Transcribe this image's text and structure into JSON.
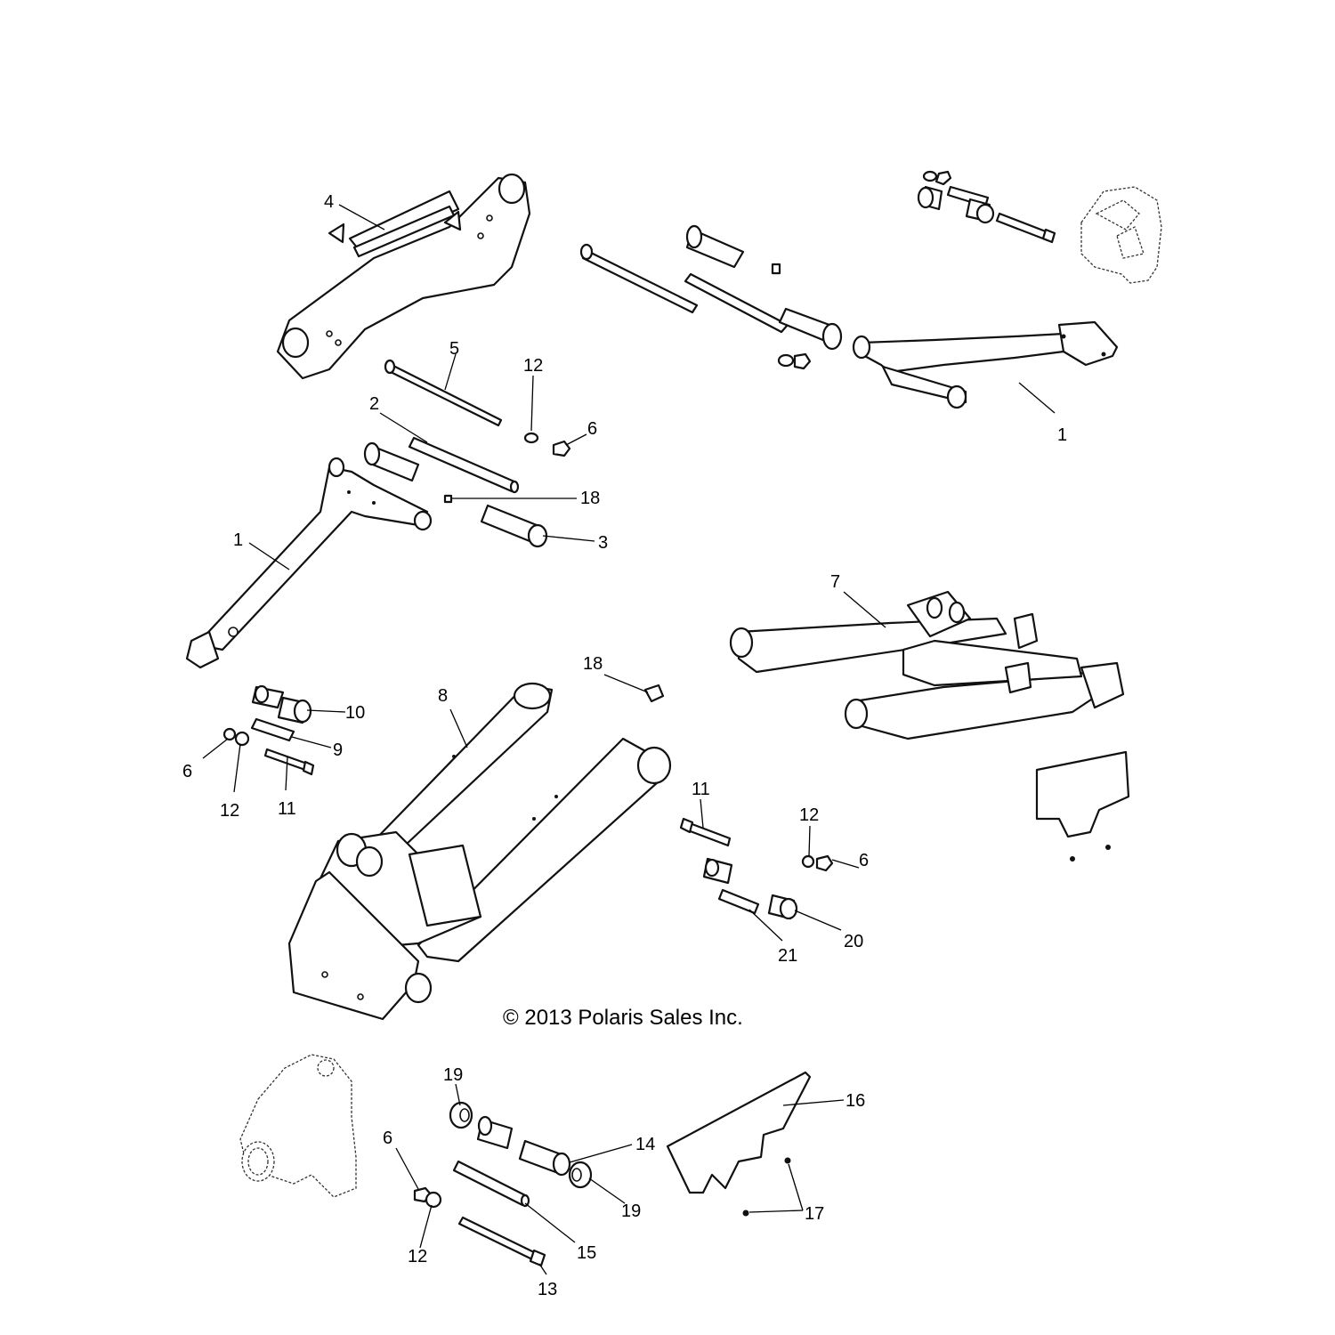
{
  "copyright": "© 2013 Polaris Sales Inc.",
  "callouts": {
    "c1a": "1",
    "c1b": "1",
    "c2": "2",
    "c3": "3",
    "c4": "4",
    "c5": "5",
    "c6a": "6",
    "c6b": "6",
    "c6c": "6",
    "c6d": "6",
    "c7": "7",
    "c8": "8",
    "c9": "9",
    "c10": "10",
    "c11a": "11",
    "c11b": "11",
    "c12a": "12",
    "c12b": "12",
    "c12c": "12",
    "c12d": "12",
    "c13": "13",
    "c14": "14",
    "c15": "15",
    "c16": "16",
    "c17": "17",
    "c18a": "18",
    "c18b": "18",
    "c19a": "19",
    "c19b": "19",
    "c20": "20",
    "c21": "21"
  }
}
